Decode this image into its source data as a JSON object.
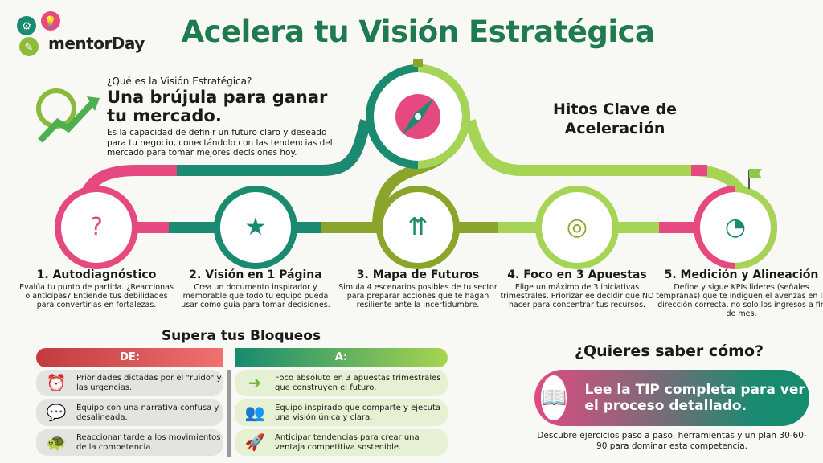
{
  "header": {
    "title": "Acelera tu Visión Estratégica",
    "logo": "mentorDay"
  },
  "intro": {
    "question": "¿Qué es la Visión Estratégica?",
    "headline": "Una brújula para ganar tu mercado.",
    "description": "Es la capacidad de definir un futuro claro y deseado para tu negocio, conectándolo con las tendencias del mercado para tomar mejores decisiones hoy.",
    "icon": "compass-growth-icon"
  },
  "milestones": {
    "title": "Hitos Clave de Aceleración",
    "steps": [
      {
        "title": "1. Autodiagnóstico",
        "text": "Evalúa tu punto de partida. ¿Reaccionas o anticipas? Entiende tus debilidades para convertirlas en fortalezas.",
        "icon": "head-magnifier-icon"
      },
      {
        "title": "2. Visión en 1 Página",
        "text": "Crea un documento inspirador y memorable que todo tu equipo pueda usar como guía para tomar decisiones.",
        "icon": "scroll-star-icon"
      },
      {
        "title": "3. Mapa de Futuros",
        "text": "Simula 4 escenarios posibles de tu sector para preparar acciones que te hagan resiliente ante la incertidumbre.",
        "icon": "binoculars-icon"
      },
      {
        "title": "4. Foco en 3 Apuestas",
        "text": "Elige un máximo de 3 iniciativas trimestrales. Priorizar ee decidir que NO hacer para concentrar tus recursos.",
        "icon": "targets-icon"
      },
      {
        "title": "5. Medición y Alineación",
        "text": "Define y sigue KPIs lideres (señales tempranas) que te indiguen el avenzas en la dirección correcta, no solo los ingresos a fin de mes.",
        "icon": "gauge-icon"
      }
    ]
  },
  "blocks": {
    "title": "Supera tus Bloqueos",
    "from_label": "DE:",
    "to_label": "A:",
    "from": [
      {
        "text": "Prioridades dictadas por el \"ruido\" y las urgencias.",
        "icon": "clocks-icon"
      },
      {
        "text": "Equipo con una narrativa confusa y desalineada.",
        "icon": "chat-bubbles-icon"
      },
      {
        "text": "Reaccionar tarde a los movimientos de la competencia.",
        "icon": "turtle-icon"
      }
    ],
    "to": [
      {
        "text": "Foco absoluto en 3 apuestas trimestrales que construyen el futuro.",
        "icon": "arrow-right-icon"
      },
      {
        "text": "Equipo inspirado que comparte y ejecuta una visión única y clara.",
        "icon": "team-icon"
      },
      {
        "text": "Anticipar tendencias para crear una ventaja competitiva sostenible.",
        "icon": "rocket-icon"
      }
    ]
  },
  "cta": {
    "heading": "¿Quieres saber cómo?",
    "button": "Lee la TIP completa para ver el proceso detallado.",
    "sub": "Descubre ejercicios paso a paso, herramientas y un plan 30-60-90 para dominar esta competencia.",
    "icon": "open-book-icon"
  },
  "colors": {
    "pink": "#e5497f",
    "teal": "#1a8a70",
    "olive": "#8aa52a",
    "lime": "#a6d455",
    "title": "#1f7a4f"
  }
}
